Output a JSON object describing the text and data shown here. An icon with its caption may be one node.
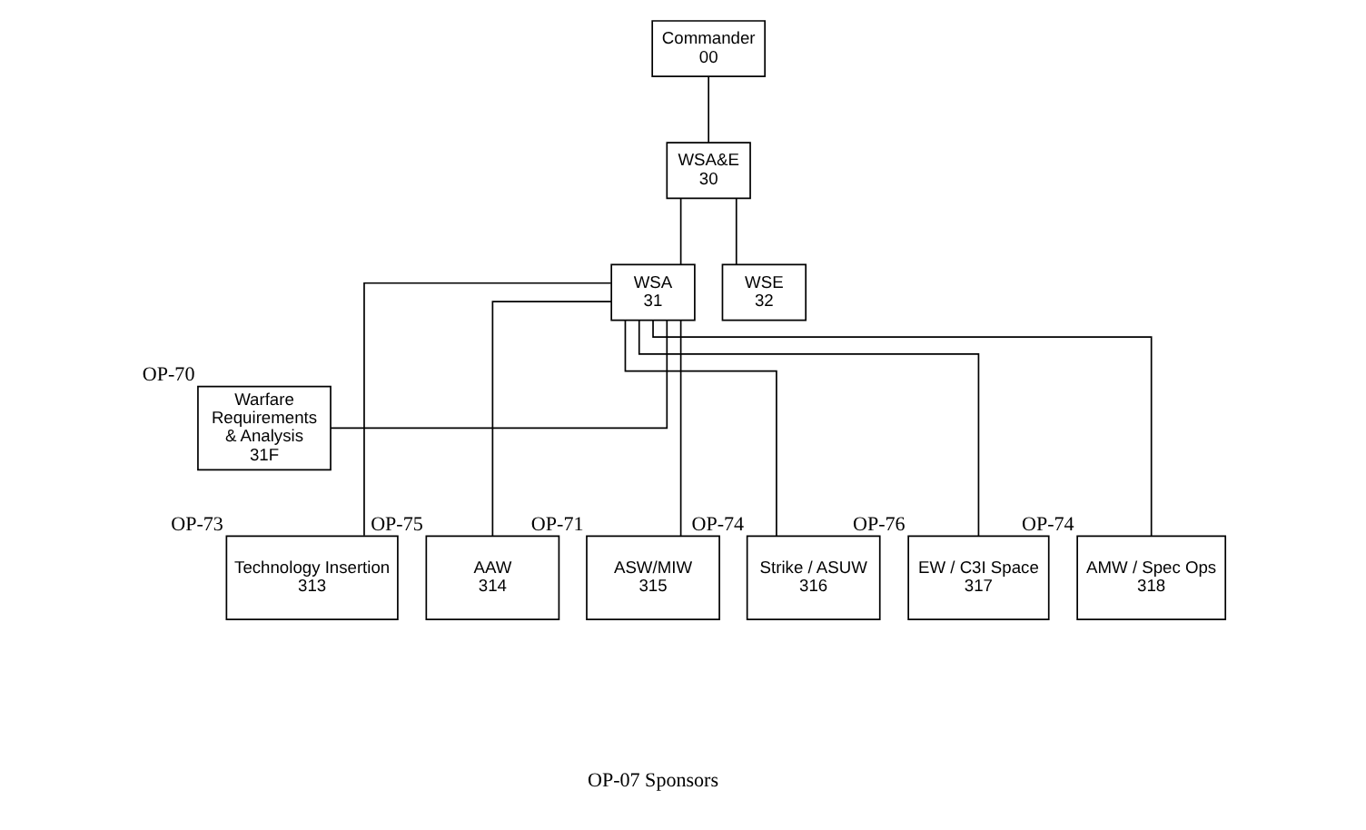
{
  "diagram": {
    "nodes": [
      {
        "text": [
          "Commander",
          "00"
        ]
      },
      {
        "text": [
          "WSA&E",
          "30"
        ]
      },
      {
        "text": [
          "WSA",
          "31"
        ]
      },
      {
        "text": [
          "WSE",
          "32"
        ]
      },
      {
        "text": [
          "Warfare Requirements & Analysis",
          "31F"
        ],
        "beside": [
          "OP-70"
        ]
      },
      {
        "text": [
          "Technology Insertion",
          "313"
        ],
        "beside": [
          "OP-73"
        ]
      },
      {
        "text": [
          "AAW",
          "314"
        ],
        "beside": [
          "OP-75"
        ]
      },
      {
        "text": [
          "ASW/MIW",
          "315"
        ],
        "beside": [
          "OP-71"
        ]
      },
      {
        "text": [
          "Strike / ASUW",
          "316"
        ],
        "beside": [
          "OP-74"
        ]
      },
      {
        "text": [
          "EW / C3I Space",
          "317"
        ],
        "beside": [
          "OP-76"
        ]
      },
      {
        "text": [
          "AMW / Spec Ops",
          "318"
        ],
        "beside": [
          "OP-74"
        ]
      }
    ],
    "edges": [
      {
        "from": 0,
        "to": 1,
        "arrow": "none"
      },
      {
        "from": 1,
        "to": 2,
        "arrow": "none"
      },
      {
        "from": 1,
        "to": 3,
        "arrow": "none"
      },
      {
        "from": 2,
        "to": 4,
        "arrow": "none"
      },
      {
        "from": 2,
        "to": 5,
        "arrow": "none"
      },
      {
        "from": 2,
        "to": 6,
        "arrow": "none"
      },
      {
        "from": 2,
        "to": 7,
        "arrow": "none"
      },
      {
        "from": 2,
        "to": 8,
        "arrow": "none"
      },
      {
        "from": 2,
        "to": 9,
        "arrow": "none"
      },
      {
        "from": 2,
        "to": 10,
        "arrow": "none"
      }
    ],
    "labels": [
      "OP-07 Sponsors"
    ]
  }
}
